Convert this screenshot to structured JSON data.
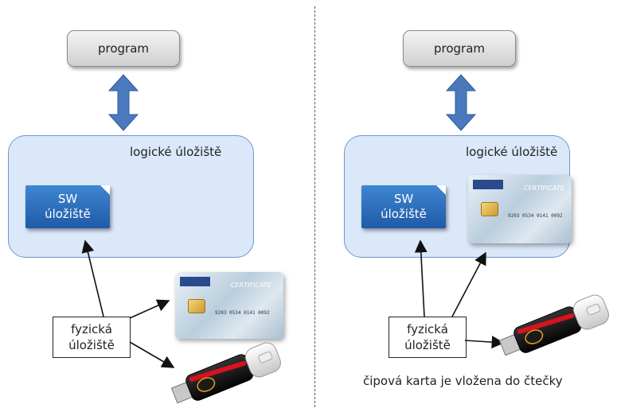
{
  "left": {
    "program": "program",
    "logical_label": "logické úložiště",
    "sw_line1": "SW",
    "sw_line2": "úložiště",
    "phys_line1": "fyzická",
    "phys_line2": "úložiště",
    "card_number": "9203 0534 0141 0092",
    "card_title": "CERTIFICATE"
  },
  "right": {
    "program": "program",
    "logical_label": "logické úložiště",
    "sw_line1": "SW",
    "sw_line2": "úložiště",
    "phys_line1": "fyzická",
    "phys_line2": "úložiště",
    "card_number": "9203 0534 0141 0092",
    "card_title": "CERTIFICATE",
    "caption": "čipová karta je vložena do čtečky"
  },
  "colors": {
    "arrow_blue": "#4a79be",
    "box_blue": "#1f5aa8",
    "logical_fill": "#dbe8fa"
  },
  "icons": [
    "double-arrow-icon",
    "smart-card-icon",
    "usb-token-icon"
  ]
}
